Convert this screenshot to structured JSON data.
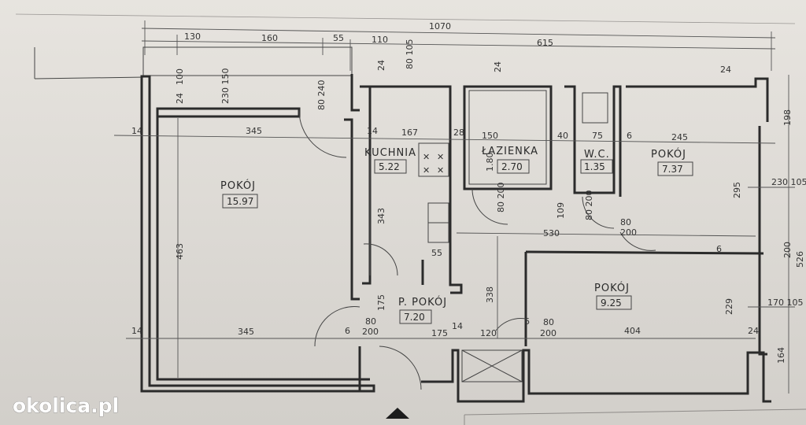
{
  "rooms": [
    {
      "name": "POKÓJ",
      "area": "15.97"
    },
    {
      "name": "KUCHNIA",
      "area": "5.22"
    },
    {
      "name": "ŁAZIENKA",
      "area": "2.70"
    },
    {
      "name": "W.C.",
      "area": "1.35"
    },
    {
      "name": "POKÓJ",
      "area": "7.37"
    },
    {
      "name": "POKÓJ",
      "area": "9.25"
    },
    {
      "name": "P. POKÓJ",
      "area": "7.20"
    }
  ],
  "dimensions": {
    "total_width": "1070",
    "top_segments": [
      "130",
      "160",
      "55",
      "110",
      "615"
    ],
    "left_room_width_top": "345",
    "left_room_width_bottom": "345",
    "left_room_height": "463",
    "wall_14": "14",
    "wall_24": "24",
    "window_100": "100",
    "window_230_150": "230\n150",
    "window_80_240": "80 240",
    "top_80_105": "80\n105",
    "kitchen_width": "167",
    "kitchen_gap": "28",
    "bathroom_width": "150",
    "bathroom_40": "40",
    "wc_width": "75",
    "wc_6": "6",
    "room_right_width": "245",
    "bath_height": "1.80",
    "kitchen_height": "343",
    "door_80_200": "80\n200",
    "corridor_530": "530",
    "corridor_338": "338",
    "corridor_175": "175",
    "corridor_120": "120",
    "room_right_height": "295",
    "room_bottom_height": "229",
    "room_bottom_width": "404",
    "right_198": "198",
    "right_230_105": "230\n105",
    "right_200": "200",
    "right_526": "526",
    "right_170_105": "170\n105",
    "right_164": "164",
    "door_175": "175",
    "sink_55": "55",
    "door_vert_80": "80",
    "door_vert_200": "200",
    "small_109": "109",
    "small_6": "6"
  },
  "watermark": "okolica.pl"
}
